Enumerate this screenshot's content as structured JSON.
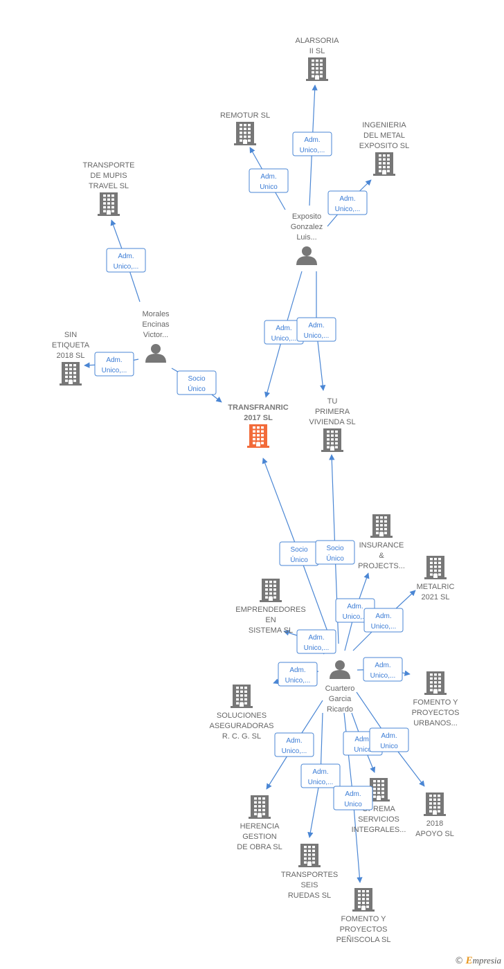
{
  "colors": {
    "company": "#777777",
    "center": "#f26b3a",
    "person": "#777777",
    "edge": "#4a86d4"
  },
  "footer": {
    "copyright": "©",
    "brand_first": "E",
    "brand_rest": "mpresia"
  },
  "nodes": [
    {
      "id": "transfranric",
      "kind": "company",
      "center": true,
      "label": [
        "TRANSFRANRIC",
        "2017  SL"
      ]
    },
    {
      "id": "alarsoria",
      "kind": "company",
      "label": [
        "ALARSORIA",
        "II  SL"
      ]
    },
    {
      "id": "remotur",
      "kind": "company",
      "label": [
        "REMOTUR  SL"
      ]
    },
    {
      "id": "ingenieria",
      "kind": "company",
      "label": [
        "INGENIERIA",
        "DEL METAL",
        "EXPOSITO  SL"
      ]
    },
    {
      "id": "transporte_mupis",
      "kind": "company",
      "label": [
        "TRANSPORTE",
        "DE MUPIS",
        "TRAVEL  SL"
      ]
    },
    {
      "id": "exposito",
      "kind": "person",
      "label": [
        "Exposito",
        "Gonzalez",
        "Luis..."
      ]
    },
    {
      "id": "morales",
      "kind": "person",
      "label": [
        "Morales",
        "Encinas",
        "Victor..."
      ]
    },
    {
      "id": "sin_etiqueta",
      "kind": "company",
      "label": [
        "SIN",
        "ETIQUETA",
        "2018  SL"
      ]
    },
    {
      "id": "tu_primera",
      "kind": "company",
      "label": [
        "TU",
        "PRIMERA",
        "VIVIENDA  SL"
      ]
    },
    {
      "id": "insurance",
      "kind": "company",
      "label": [
        "INSURANCE",
        "&",
        "PROJECTS..."
      ]
    },
    {
      "id": "metalric",
      "kind": "company",
      "label": [
        "METALRIC",
        "2021  SL"
      ]
    },
    {
      "id": "emprendedores",
      "kind": "company",
      "label": [
        "EMPRENDEDORES",
        "EN",
        "SISTEMA  SL"
      ]
    },
    {
      "id": "cuartero",
      "kind": "person",
      "label": [
        "Cuartero",
        "Garcia",
        "Ricardo"
      ]
    },
    {
      "id": "soluciones",
      "kind": "company",
      "label": [
        "SOLUCIONES",
        "ASEGURADORAS",
        "R.  C. G.  SL"
      ]
    },
    {
      "id": "fomento_urbanos",
      "kind": "company",
      "label": [
        "FOMENTO Y",
        "PROYECTOS",
        "URBANOS..."
      ]
    },
    {
      "id": "herencia",
      "kind": "company",
      "label": [
        "HERENCIA",
        "GESTION",
        "DE OBRA  SL"
      ]
    },
    {
      "id": "oprema",
      "kind": "company",
      "label": [
        "OPREMA",
        "SERVICIOS",
        "INTEGRALES..."
      ]
    },
    {
      "id": "apoyo",
      "kind": "company",
      "label": [
        "2018",
        "APOYO  SL"
      ]
    },
    {
      "id": "transportes_seis",
      "kind": "company",
      "label": [
        "TRANSPORTES",
        "SEIS",
        "RUEDAS  SL"
      ]
    },
    {
      "id": "fomento_peniscola",
      "kind": "company",
      "label": [
        "FOMENTO Y",
        "PROYECTOS",
        "PEÑISCOLA  SL"
      ]
    }
  ],
  "edges": [
    {
      "from": "exposito",
      "to": "alarsoria",
      "label": [
        "Adm.",
        "Unico,..."
      ]
    },
    {
      "from": "exposito",
      "to": "remotur",
      "label": [
        "Adm.",
        "Unico"
      ]
    },
    {
      "from": "exposito",
      "to": "ingenieria",
      "label": [
        "Adm.",
        "Unico,..."
      ]
    },
    {
      "from": "exposito",
      "to": "transfranric",
      "label": [
        "Adm.",
        "Unico,..."
      ]
    },
    {
      "from": "exposito",
      "to": "tu_primera",
      "label": [
        "Adm.",
        "Unico,..."
      ]
    },
    {
      "from": "morales",
      "to": "transporte_mupis",
      "label": [
        "Adm.",
        "Unico,..."
      ]
    },
    {
      "from": "morales",
      "to": "sin_etiqueta",
      "label": [
        "Adm.",
        "Unico,..."
      ]
    },
    {
      "from": "morales",
      "to": "transfranric",
      "label": [
        "Socio",
        "Único"
      ]
    },
    {
      "from": "cuartero",
      "to": "transfranric",
      "label": [
        "Socio",
        "Único"
      ]
    },
    {
      "from": "cuartero",
      "to": "tu_primera",
      "label": [
        "Socio",
        "Único"
      ]
    },
    {
      "from": "cuartero",
      "to": "insurance",
      "label": [
        "Adm.",
        "Unico,..."
      ]
    },
    {
      "from": "cuartero",
      "to": "metalric",
      "label": [
        "Adm.",
        "Unico,..."
      ]
    },
    {
      "from": "cuartero",
      "to": "emprendedores",
      "label": [
        "Adm.",
        "Unico,..."
      ]
    },
    {
      "from": "cuartero",
      "to": "soluciones",
      "label": [
        "Adm.",
        "Unico,..."
      ]
    },
    {
      "from": "cuartero",
      "to": "fomento_urbanos",
      "label": [
        "Adm.",
        "Unico,..."
      ]
    },
    {
      "from": "cuartero",
      "to": "herencia",
      "label": [
        "Adm.",
        "Unico,..."
      ]
    },
    {
      "from": "cuartero",
      "to": "transportes_seis",
      "label": [
        "Adm.",
        "Unico,..."
      ]
    },
    {
      "from": "cuartero",
      "to": "oprema",
      "label": [
        "Adm.",
        "Unico"
      ]
    },
    {
      "from": "cuartero",
      "to": "apoyo",
      "label": [
        "Adm.",
        "Unico"
      ]
    },
    {
      "from": "cuartero",
      "to": "fomento_peniscola",
      "label": [
        "Adm.",
        "Unico"
      ]
    }
  ]
}
